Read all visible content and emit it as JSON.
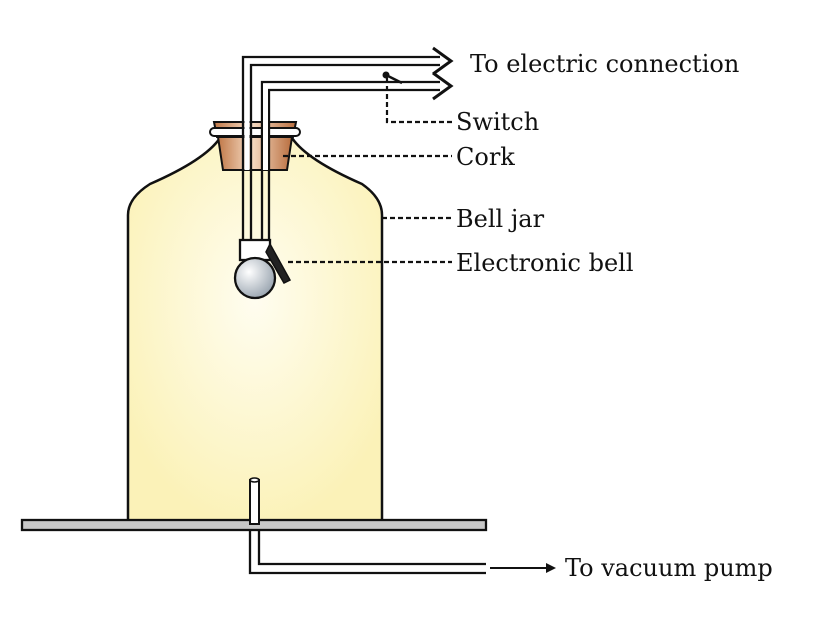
{
  "labels": {
    "electric_connection": "To electric connection",
    "switch": "Switch",
    "cork": "Cork",
    "bell_jar": "Bell jar",
    "electronic_bell": "Electronic bell",
    "vacuum_pump": "To vacuum pump"
  },
  "colors": {
    "jar_fill_center": "#fffdf0",
    "jar_fill_edge": "#fbf2b8",
    "cork_light": "#f3d3b8",
    "cork_dark": "#b96f40",
    "base_fill": "#c8c8c8",
    "bell_fill": "#c4ccd4",
    "line": "#111111"
  },
  "icons": {
    "arrow": "arrow-right-icon",
    "bell": "bell-icon"
  }
}
